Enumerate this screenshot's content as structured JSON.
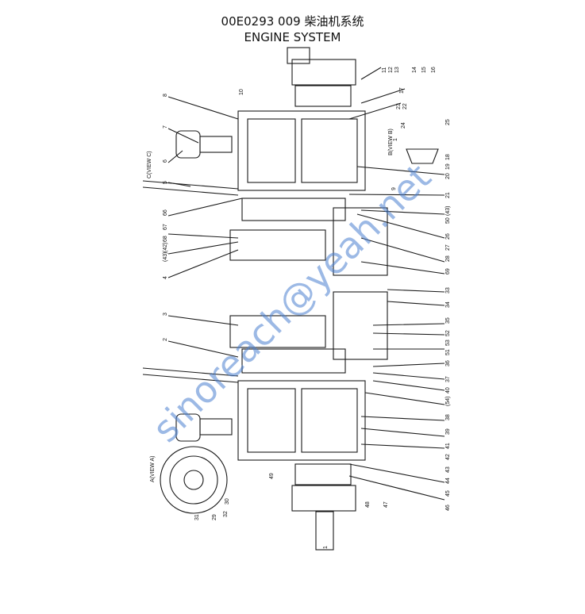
{
  "header": {
    "code_line": "00E0293 009  柴油机系统",
    "title_en": "ENGINE SYSTEM"
  },
  "watermark": "sinoreach@yeah.net",
  "view_labels": {
    "view_a": "A(VIEW A)",
    "view_b": "B(VIEW B)",
    "view_c": "C(VIEW C)"
  },
  "callouts": {
    "left": [
      "8",
      "7",
      "6",
      "5",
      "66",
      "67",
      "68",
      "(42)",
      "(43)",
      "4",
      "3",
      "2"
    ],
    "right_top": [
      "11",
      "12",
      "13",
      "14",
      "15",
      "16",
      "17",
      "23",
      "22",
      "24",
      "25",
      "1",
      "20",
      "19",
      "18",
      "21",
      "(43)",
      "50",
      "26",
      "27",
      "28",
      "69"
    ],
    "right_bottom": [
      "33",
      "34",
      "35",
      "52",
      "53",
      "51",
      "36",
      "37",
      "40",
      "(54)",
      "38",
      "39",
      "41",
      "42",
      "43",
      "44",
      "45",
      "46"
    ],
    "bottom": [
      "49",
      "48",
      "47",
      "1",
      "31",
      "29",
      "32",
      "30",
      "10",
      "9"
    ]
  },
  "colors": {
    "line": "#1a1a1a",
    "watermark": "#4a7fd0"
  }
}
